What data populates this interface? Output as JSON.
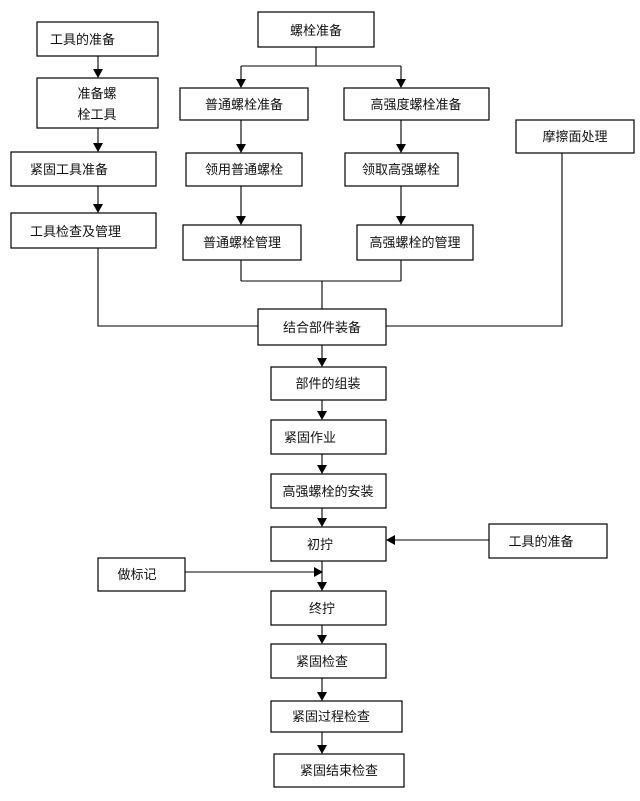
{
  "diagram": {
    "nodes": {
      "tool_prep_1": "工具的准备",
      "bolt_tool_line1": "准备螺",
      "bolt_tool_line2": "栓工具",
      "fasten_tool_prep": "紧固工具准备",
      "tool_check_mgmt": "工具检查及管理",
      "bolt_prep": "螺栓准备",
      "normal_bolt_prep": "普通螺栓准备",
      "hs_bolt_prep": "高强度螺栓准备",
      "friction_surface": "摩擦面处理",
      "take_normal_bolt": "领用普通螺栓",
      "take_hs_bolt": "领取高强螺栓",
      "normal_bolt_mgmt": "普通螺栓管理",
      "hs_bolt_mgmt": "高强螺栓的管理",
      "joint_assembly": "结合部件装备",
      "part_assembly": "部件的组装",
      "fasten_work": "紧固作业",
      "hs_bolt_install": "高强螺栓的安装",
      "initial_tighten": "初拧",
      "tool_prep_2": "工具的准备",
      "marking": "做标记",
      "final_tighten": "终拧",
      "fasten_check": "紧固检查",
      "fasten_process_check": "紧固过程检查",
      "fasten_end_check": "紧固结束检查"
    }
  }
}
